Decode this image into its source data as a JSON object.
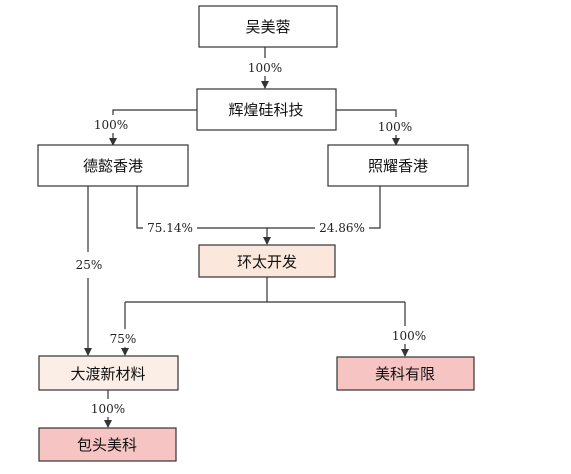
{
  "nodes": {
    "wu_meirong": {
      "label": "吴美蓉",
      "fill": "#ffffff"
    },
    "huihuang": {
      "label": "辉煌硅科技",
      "fill": "#ffffff"
    },
    "deyi_hk": {
      "label": "德懿香港",
      "fill": "#ffffff"
    },
    "zhaoyao_hk": {
      "label": "照耀香港",
      "fill": "#ffffff"
    },
    "huantai": {
      "label": "环太开发",
      "fill": "#fbe7dc"
    },
    "dadu": {
      "label": "大渡新材料",
      "fill": "#fbeee6"
    },
    "meike_youxian": {
      "label": "美科有限",
      "fill": "#f7c4c4"
    },
    "baotou_meike": {
      "label": "包头美科",
      "fill": "#f7c4c4"
    }
  },
  "edges": {
    "wu_to_huihuang": "100%",
    "huihuang_to_deyi": "100%",
    "huihuang_to_zhaoyao": "100%",
    "deyi_to_huantai": "75.14%",
    "zhaoyao_to_huantai": "24.86%",
    "deyi_to_dadu": "25%",
    "huantai_to_dadu": "75%",
    "huantai_to_meike": "100%",
    "dadu_to_baotou": "100%"
  },
  "colors": {
    "border": "#333333",
    "line": "#333333"
  }
}
